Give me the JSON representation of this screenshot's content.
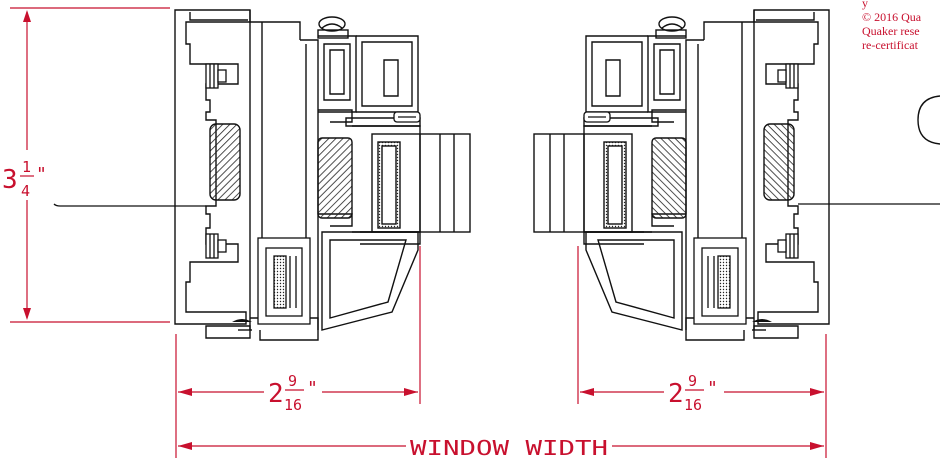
{
  "dimensions": {
    "height": {
      "whole": "3",
      "numerator": "1",
      "denominator": "4",
      "unit": "\""
    },
    "left_frame": {
      "whole": "2",
      "numerator": "9",
      "denominator": "16",
      "unit": "\""
    },
    "right_frame": {
      "whole": "2",
      "numerator": "9",
      "denominator": "16",
      "unit": "\""
    },
    "overall": {
      "label": "WINDOW WIDTH"
    }
  },
  "copyright": {
    "line0": "y",
    "line1": "© 2016 Qua",
    "line2": "Quaker rese",
    "line3": "re-certificat"
  },
  "colors": {
    "drawing": "#111111",
    "dimension": "#c8102e",
    "hatch": "#222222"
  }
}
